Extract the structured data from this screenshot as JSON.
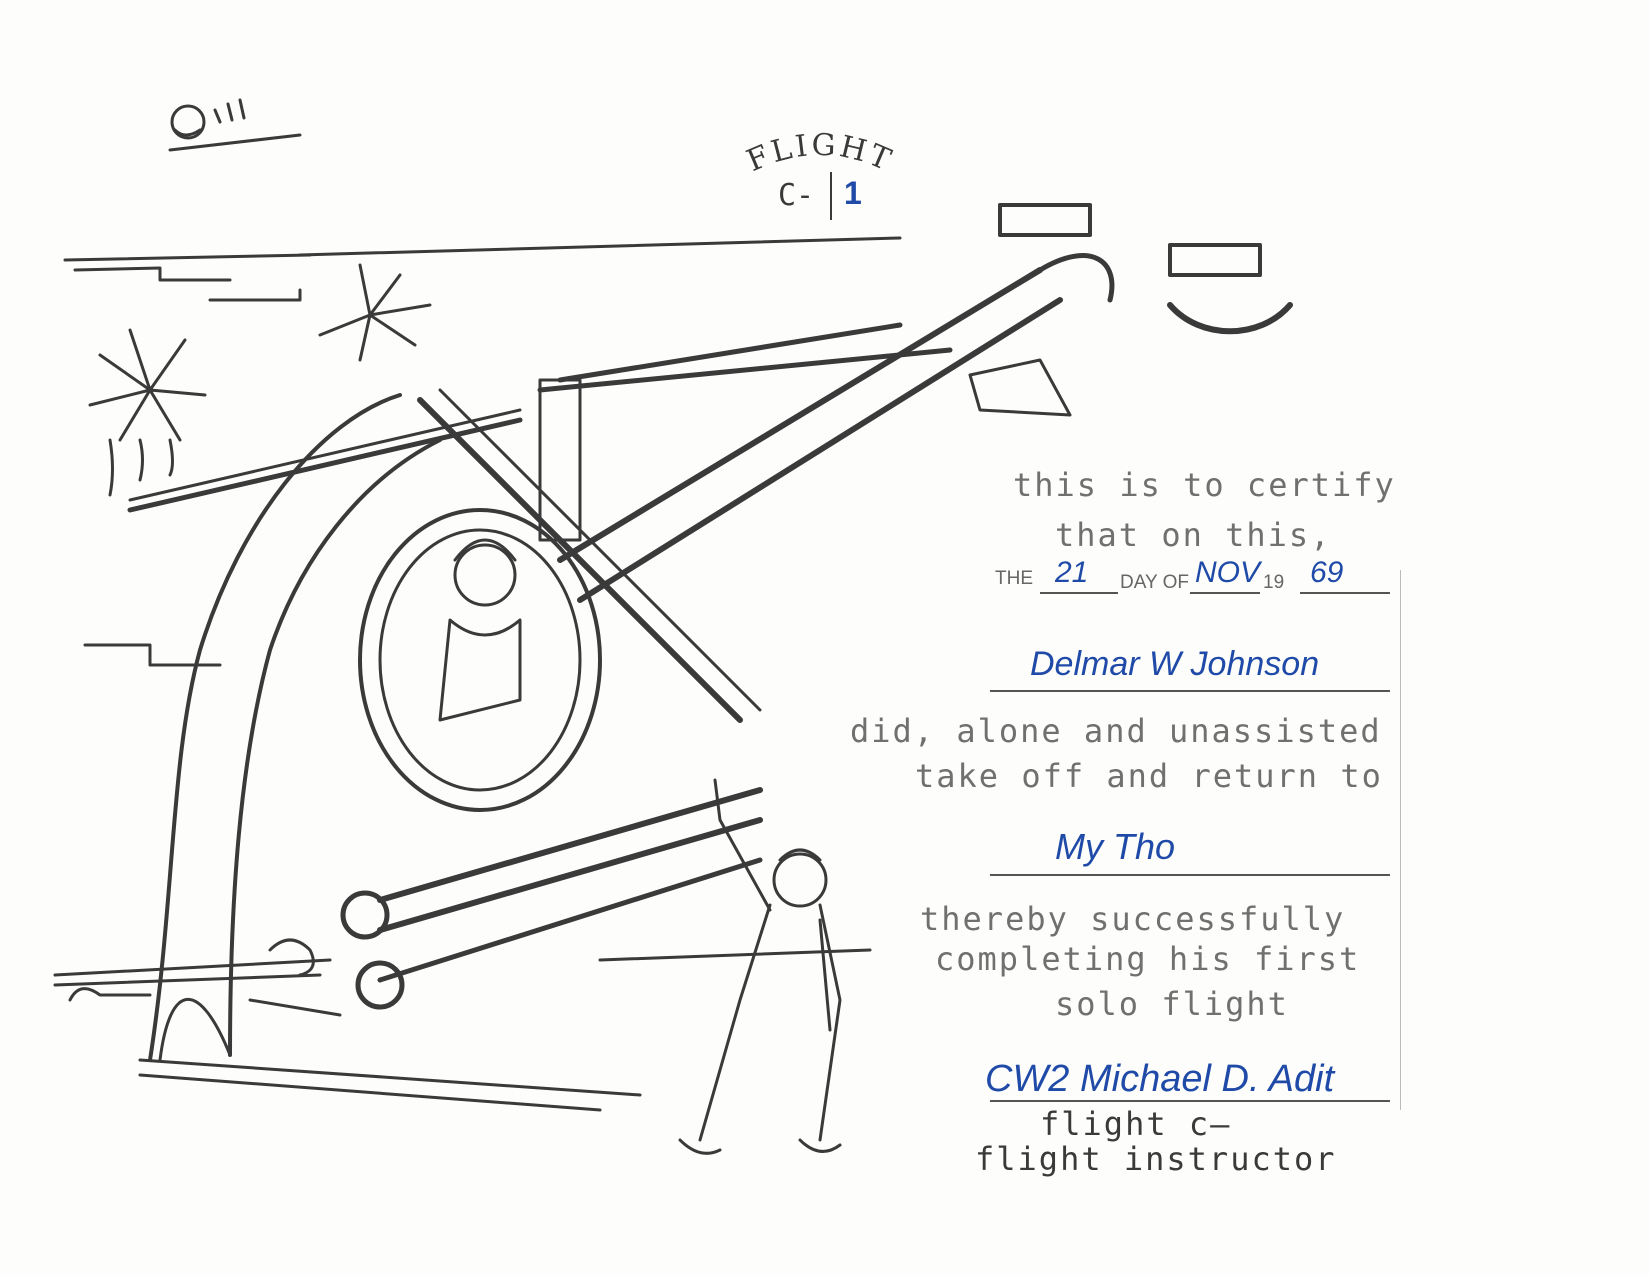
{
  "header": {
    "flight_word": "FLIGHT",
    "flight_code_prefix": "C-",
    "flight_code_value": "1"
  },
  "certificate": {
    "line1": "this is to certify",
    "line2": "that on this,",
    "date_the": "THE",
    "date_day": "21",
    "date_day_of": "DAY OF",
    "date_month": "NOV",
    "date_century": "19",
    "date_year": "69",
    "recipient_name": "Delmar W Johnson",
    "line3": "did, alone and unassisted",
    "line4": "take off and return to",
    "location": "My Tho",
    "line5": "thereby successfully",
    "line6": "completing his first",
    "line7": "solo flight",
    "signature": "CW2 Michael D. Adit",
    "signer_line1": "flight c—",
    "signer_line2": "flight instructor"
  },
  "colors": {
    "ink": "#1f4aa8",
    "print": "#707070",
    "drawing": "#3a3a3a"
  }
}
